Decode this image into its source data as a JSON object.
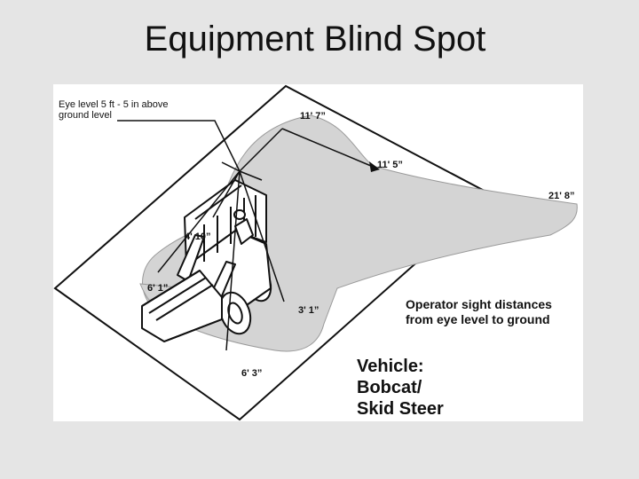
{
  "title": "Equipment Blind Spot",
  "eye_level": {
    "line1": "Eye level 5 ft - 5 in above",
    "line2": "ground level"
  },
  "distances": {
    "d_11_7": "11' 7”",
    "d_11_5": "11' 5”",
    "d_21_8": "21' 8”",
    "d_4_10": "4' 10”",
    "d_6_1": "6' 1”",
    "d_3_1": "3' 1”",
    "d_6_3": "6' 3”"
  },
  "caption": {
    "line1": "Operator sight distances",
    "line2": "from  eye level to ground"
  },
  "vehicle": {
    "line1": "Vehicle:",
    "line2": "Bobcat/",
    "line3": "Skid Steer"
  },
  "colors": {
    "background": "#e5e5e5",
    "blind_spot": "#d4d4d4",
    "panel": "#ffffff"
  }
}
